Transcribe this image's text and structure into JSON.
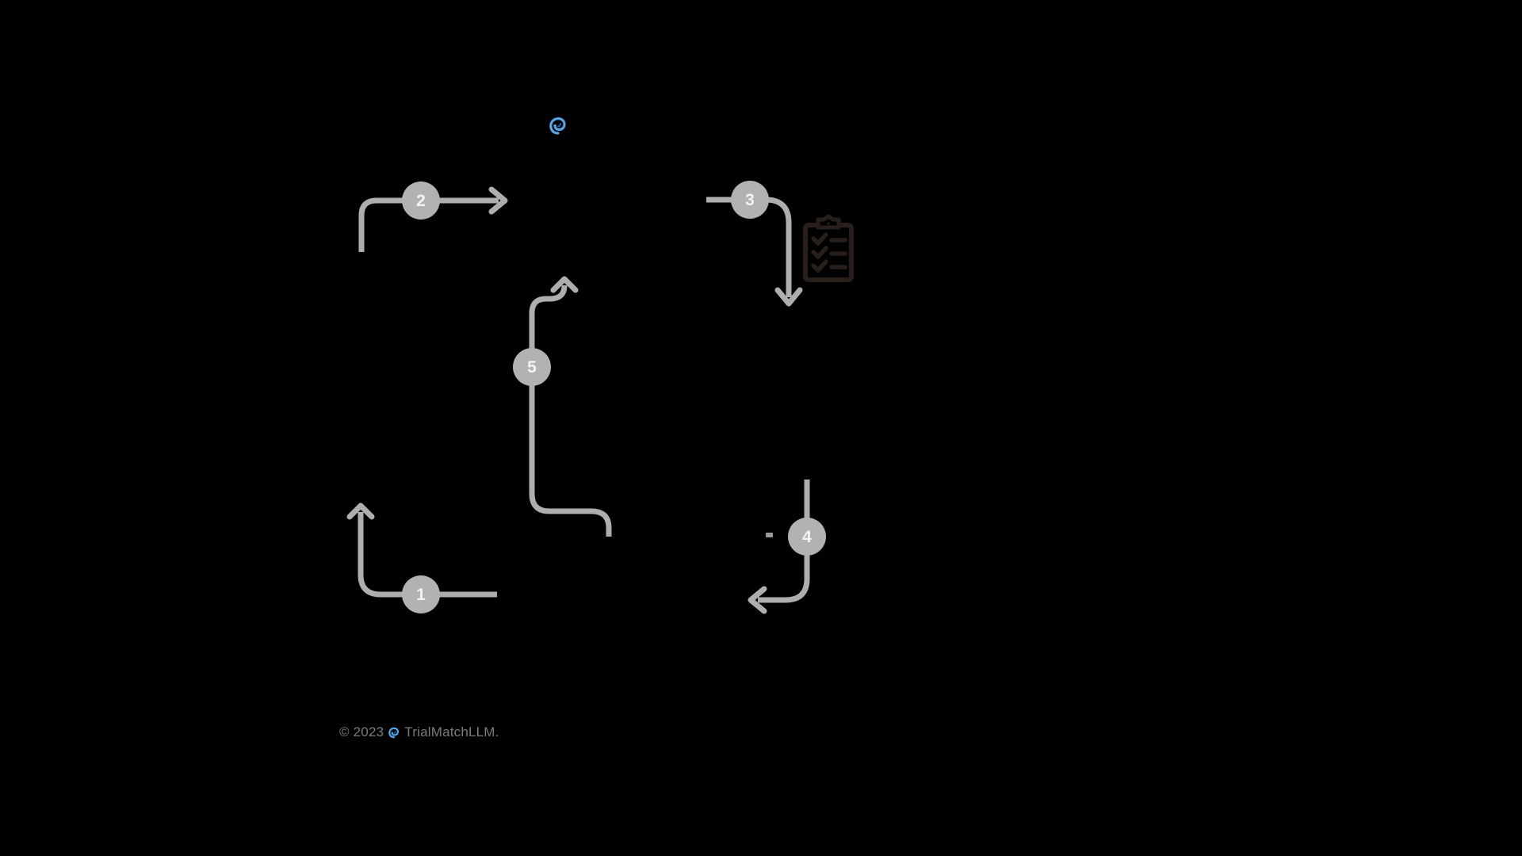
{
  "background_color": "#000000",
  "header": {
    "logo_icon": "cyclone-icon",
    "logo_color": "#55a5e8"
  },
  "flow_diagram": {
    "type": "numbered-cycle",
    "node_color": "#b2b2b2",
    "arrow_color": "#aeaeae",
    "step_number_color": "#f4f4f4",
    "steps": [
      {
        "number": "1",
        "arrow_direction": "up"
      },
      {
        "number": "2",
        "arrow_direction": "right"
      },
      {
        "number": "3",
        "arrow_direction": "down"
      },
      {
        "number": "4",
        "arrow_direction": "left"
      },
      {
        "number": "5",
        "arrow_direction": "up"
      }
    ],
    "clipboard_icon": "checklist-clipboard-icon",
    "clipboard_icon_color": "#291f1a",
    "clipboard_checklist_rows": 3
  },
  "footer": {
    "copyright": "© 2023",
    "brand": "TrialMatchLLM.",
    "text_color": "#7c7c7c",
    "icon": "cyclone-icon"
  }
}
